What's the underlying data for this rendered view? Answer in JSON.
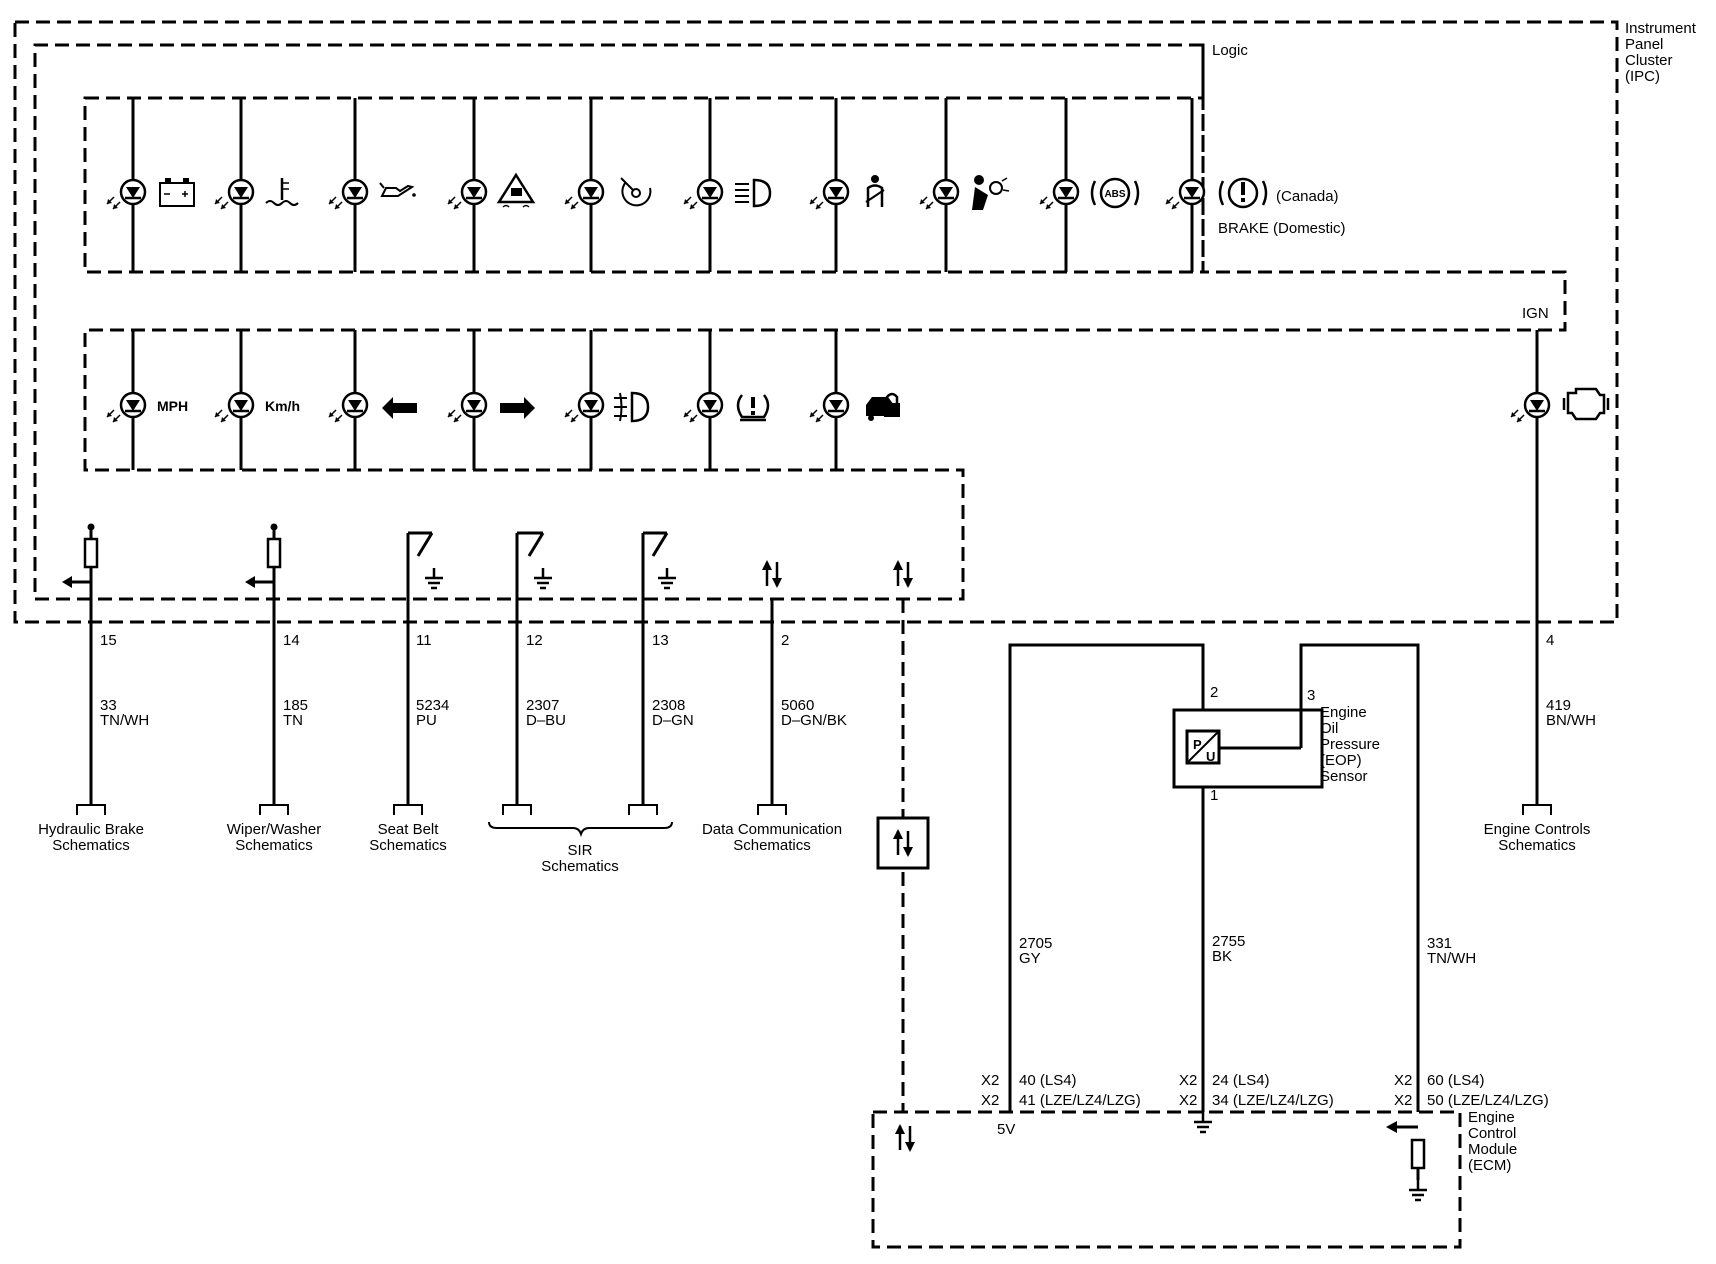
{
  "ipc": {
    "name_lines": [
      "Instrument",
      "Panel",
      "Cluster",
      "(IPC)"
    ],
    "logic_label": "Logic",
    "ign_label": "IGN"
  },
  "indicators_row1": [
    {
      "icon": "battery-icon"
    },
    {
      "icon": "coolant-temp-icon"
    },
    {
      "icon": "oil-pressure-icon"
    },
    {
      "icon": "traction-control-icon"
    },
    {
      "icon": "traction-off-icon"
    },
    {
      "icon": "high-beam-icon"
    },
    {
      "icon": "seat-belt-icon"
    },
    {
      "icon": "airbag-icon"
    },
    {
      "icon": "abs-icon",
      "text": "ABS"
    },
    {
      "icon": "brake-icon",
      "text": "(Canada)",
      "text2": "BRAKE (Domestic)"
    }
  ],
  "indicators_row2": [
    {
      "icon": "text-icon",
      "text": "MPH"
    },
    {
      "icon": "text-icon",
      "text": "Km/h"
    },
    {
      "icon": "left-turn-arrow-icon"
    },
    {
      "icon": "right-turn-arrow-icon"
    },
    {
      "icon": "fog-lamp-icon"
    },
    {
      "icon": "tire-pressure-icon"
    },
    {
      "icon": "security-icon"
    }
  ],
  "check_engine": {
    "icon": "check-engine-icon"
  },
  "circuits": [
    {
      "pin": "15",
      "circuit": "33",
      "color": "TN/WH",
      "dest": [
        "Hydraulic Brake",
        "Schematics"
      ]
    },
    {
      "pin": "14",
      "circuit": "185",
      "color": "TN",
      "dest": [
        "Wiper/Washer",
        "Schematics"
      ]
    },
    {
      "pin": "11",
      "circuit": "5234",
      "color": "PU",
      "dest": [
        "Seat Belt",
        "Schematics"
      ]
    },
    {
      "pin": "12",
      "circuit": "2307",
      "color": "D–BU",
      "dest": []
    },
    {
      "pin": "13",
      "circuit": "2308",
      "color": "D–GN",
      "dest": []
    },
    {
      "pin": "2",
      "circuit": "5060",
      "color": "D–GN/BK",
      "dest": [
        "Data Communication",
        "Schematics"
      ]
    },
    {
      "pin": "4",
      "circuit": "419",
      "color": "BN/WH",
      "dest": [
        "Engine Controls",
        "Schematics"
      ]
    }
  ],
  "sir": [
    "SIR",
    "Schematics"
  ],
  "eop_sensor": {
    "name_lines": [
      "Engine",
      "Oil",
      "Pressure",
      "(EOP)",
      "Sensor"
    ],
    "pins": [
      "2",
      "3",
      "1"
    ],
    "symbol": [
      "P",
      "U"
    ]
  },
  "ecm_wires": [
    {
      "circuit": "2705",
      "color": "GY",
      "conn": [
        "X2",
        "X2"
      ],
      "pins": [
        "40 (LS4)",
        "41 (LZE/LZ4/LZG)"
      ],
      "inside": "5V"
    },
    {
      "circuit": "2755",
      "color": "BK",
      "conn": [
        "X2",
        "X2"
      ],
      "pins": [
        "24 (LS4)",
        "34 (LZE/LZ4/LZG)"
      ]
    },
    {
      "circuit": "331",
      "color": "TN/WH",
      "conn": [
        "X2",
        "X2"
      ],
      "pins": [
        "60 (LS4)",
        "50 (LZE/LZ4/LZG)"
      ]
    }
  ],
  "ecm": {
    "name_lines": [
      "Engine",
      "Control",
      "Module",
      "(ECM)"
    ]
  }
}
